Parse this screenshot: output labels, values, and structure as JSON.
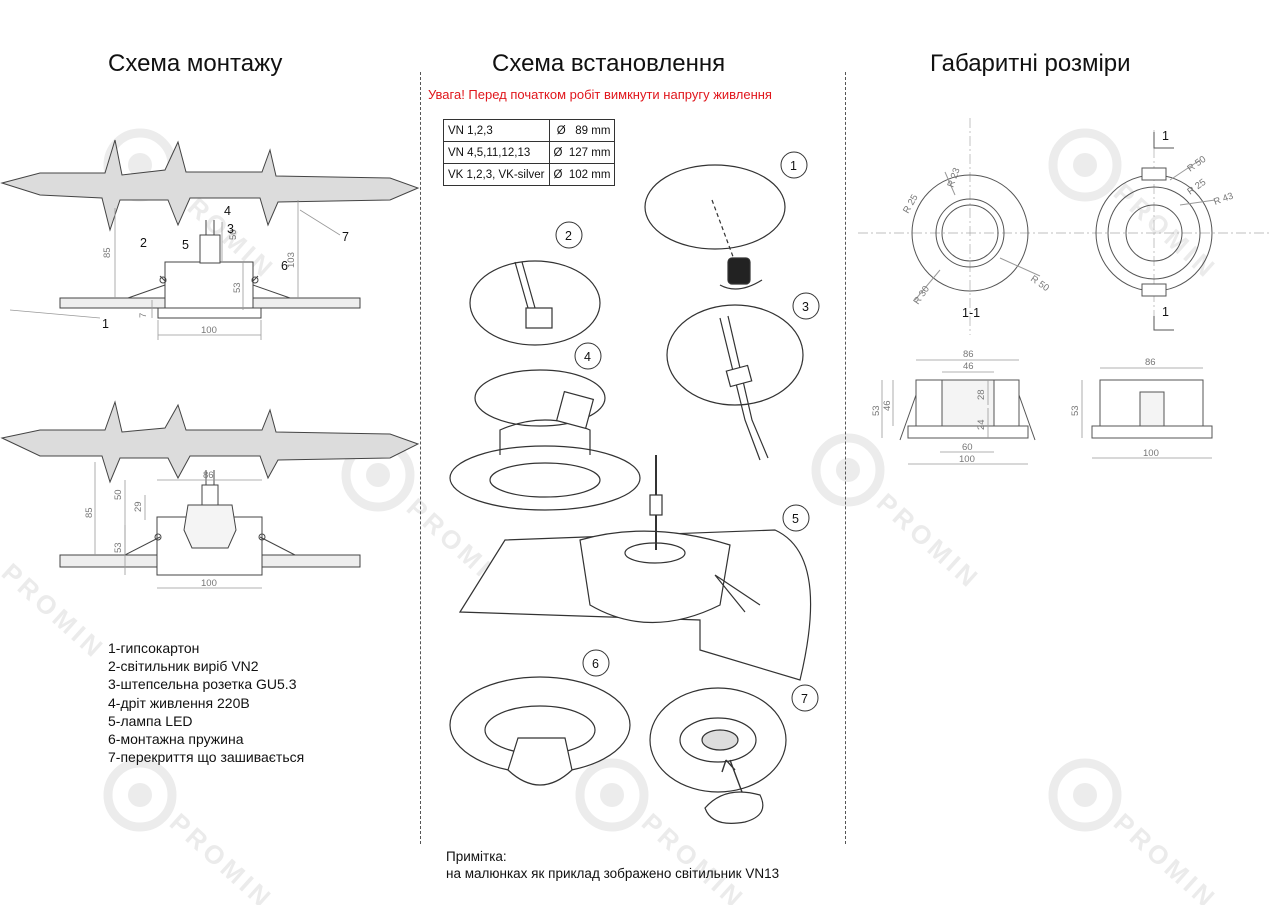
{
  "sections": {
    "mounting_title": "Схема монтажу",
    "install_title": "Схема встановлення",
    "dimensions_title": "Габаритні розміри"
  },
  "warning": "Увага! Перед початком робіт вимкнути напругу живлення",
  "sizes_table": [
    {
      "model": "VN 1,2,3",
      "symbol": "Ø",
      "value": "89 mm"
    },
    {
      "model": "VN 4,5,11,12,13",
      "symbol": "Ø",
      "value": "127 mm"
    },
    {
      "model": "VK 1,2,3, VK-silver",
      "symbol": "Ø",
      "value": "102 mm"
    }
  ],
  "legend": [
    "1-гипсокартон",
    "2-світильник виріб VN2",
    "3-штепсельна розетка GU5.3",
    "4-дріт живлення 220В",
    "5-лампа LED",
    "6-монтажна пружина",
    "7-перекриття що зашивається"
  ],
  "note": {
    "heading": "Примітка:",
    "text": "на малюнках як приклад зображено світильник VN13"
  },
  "watermark": "PROMIN",
  "diagram1": {
    "labels": [
      "1",
      "2",
      "3",
      "4",
      "5",
      "6",
      "7"
    ],
    "dims": [
      "85",
      "103",
      "53",
      "50",
      "7",
      "100"
    ]
  },
  "diagram2": {
    "dims": [
      "86",
      "85",
      "50",
      "29",
      "53",
      "100"
    ]
  },
  "steps": [
    "1",
    "2",
    "3",
    "4",
    "5",
    "6",
    "7"
  ],
  "top_views": {
    "left": {
      "dims": [
        "R 23",
        "R 25",
        "R 30",
        "R 50"
      ],
      "section": "1-1"
    },
    "right": {
      "dims": [
        "R 50",
        "R 25",
        "R 43"
      ],
      "cut_marks": [
        "1",
        "1"
      ]
    }
  },
  "side_views": {
    "left": {
      "dims": [
        "86",
        "46",
        "53",
        "46",
        "28",
        "24",
        "60",
        "100"
      ]
    },
    "right": {
      "dims": [
        "86",
        "53",
        "100"
      ]
    }
  }
}
